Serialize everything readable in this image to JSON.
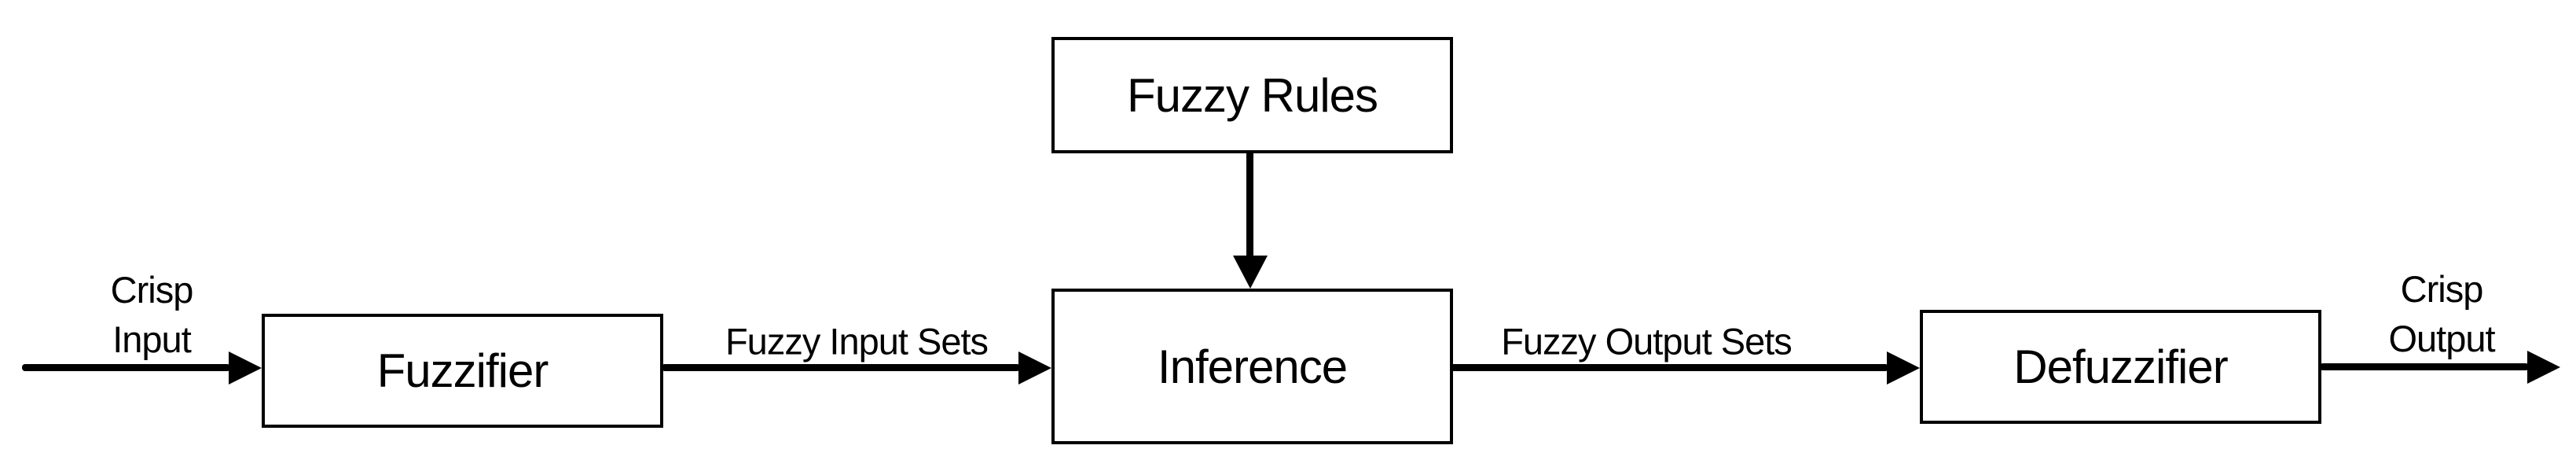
{
  "diagram": {
    "type": "block-flow-diagram",
    "subject": "fuzzy logic system",
    "background_color": "#ffffff",
    "stroke_color": "#000000",
    "nodes": {
      "fuzzifier": "Fuzzifier",
      "fuzzy_rules": "Fuzzy Rules",
      "inference": "Inference",
      "defuzzifier": "Defuzzifier"
    },
    "labels": {
      "crisp_input_line1": "Crisp",
      "crisp_input_line2": "Input",
      "fuzzy_input_sets": "Fuzzy Input Sets",
      "fuzzy_output_sets": "Fuzzy Output Sets",
      "crisp_output_line1": "Crisp",
      "crisp_output_line2": "Output"
    },
    "edges": [
      {
        "from": "external-input",
        "to": "Fuzzifier",
        "label": "Crisp Input",
        "direction": "right"
      },
      {
        "from": "Fuzzifier",
        "to": "Inference",
        "label": "Fuzzy Input Sets",
        "direction": "right"
      },
      {
        "from": "Fuzzy Rules",
        "to": "Inference",
        "label": "",
        "direction": "down"
      },
      {
        "from": "Inference",
        "to": "Defuzzifier",
        "label": "Fuzzy Output Sets",
        "direction": "right"
      },
      {
        "from": "Defuzzifier",
        "to": "external-output",
        "label": "Crisp Output",
        "direction": "right"
      }
    ]
  }
}
